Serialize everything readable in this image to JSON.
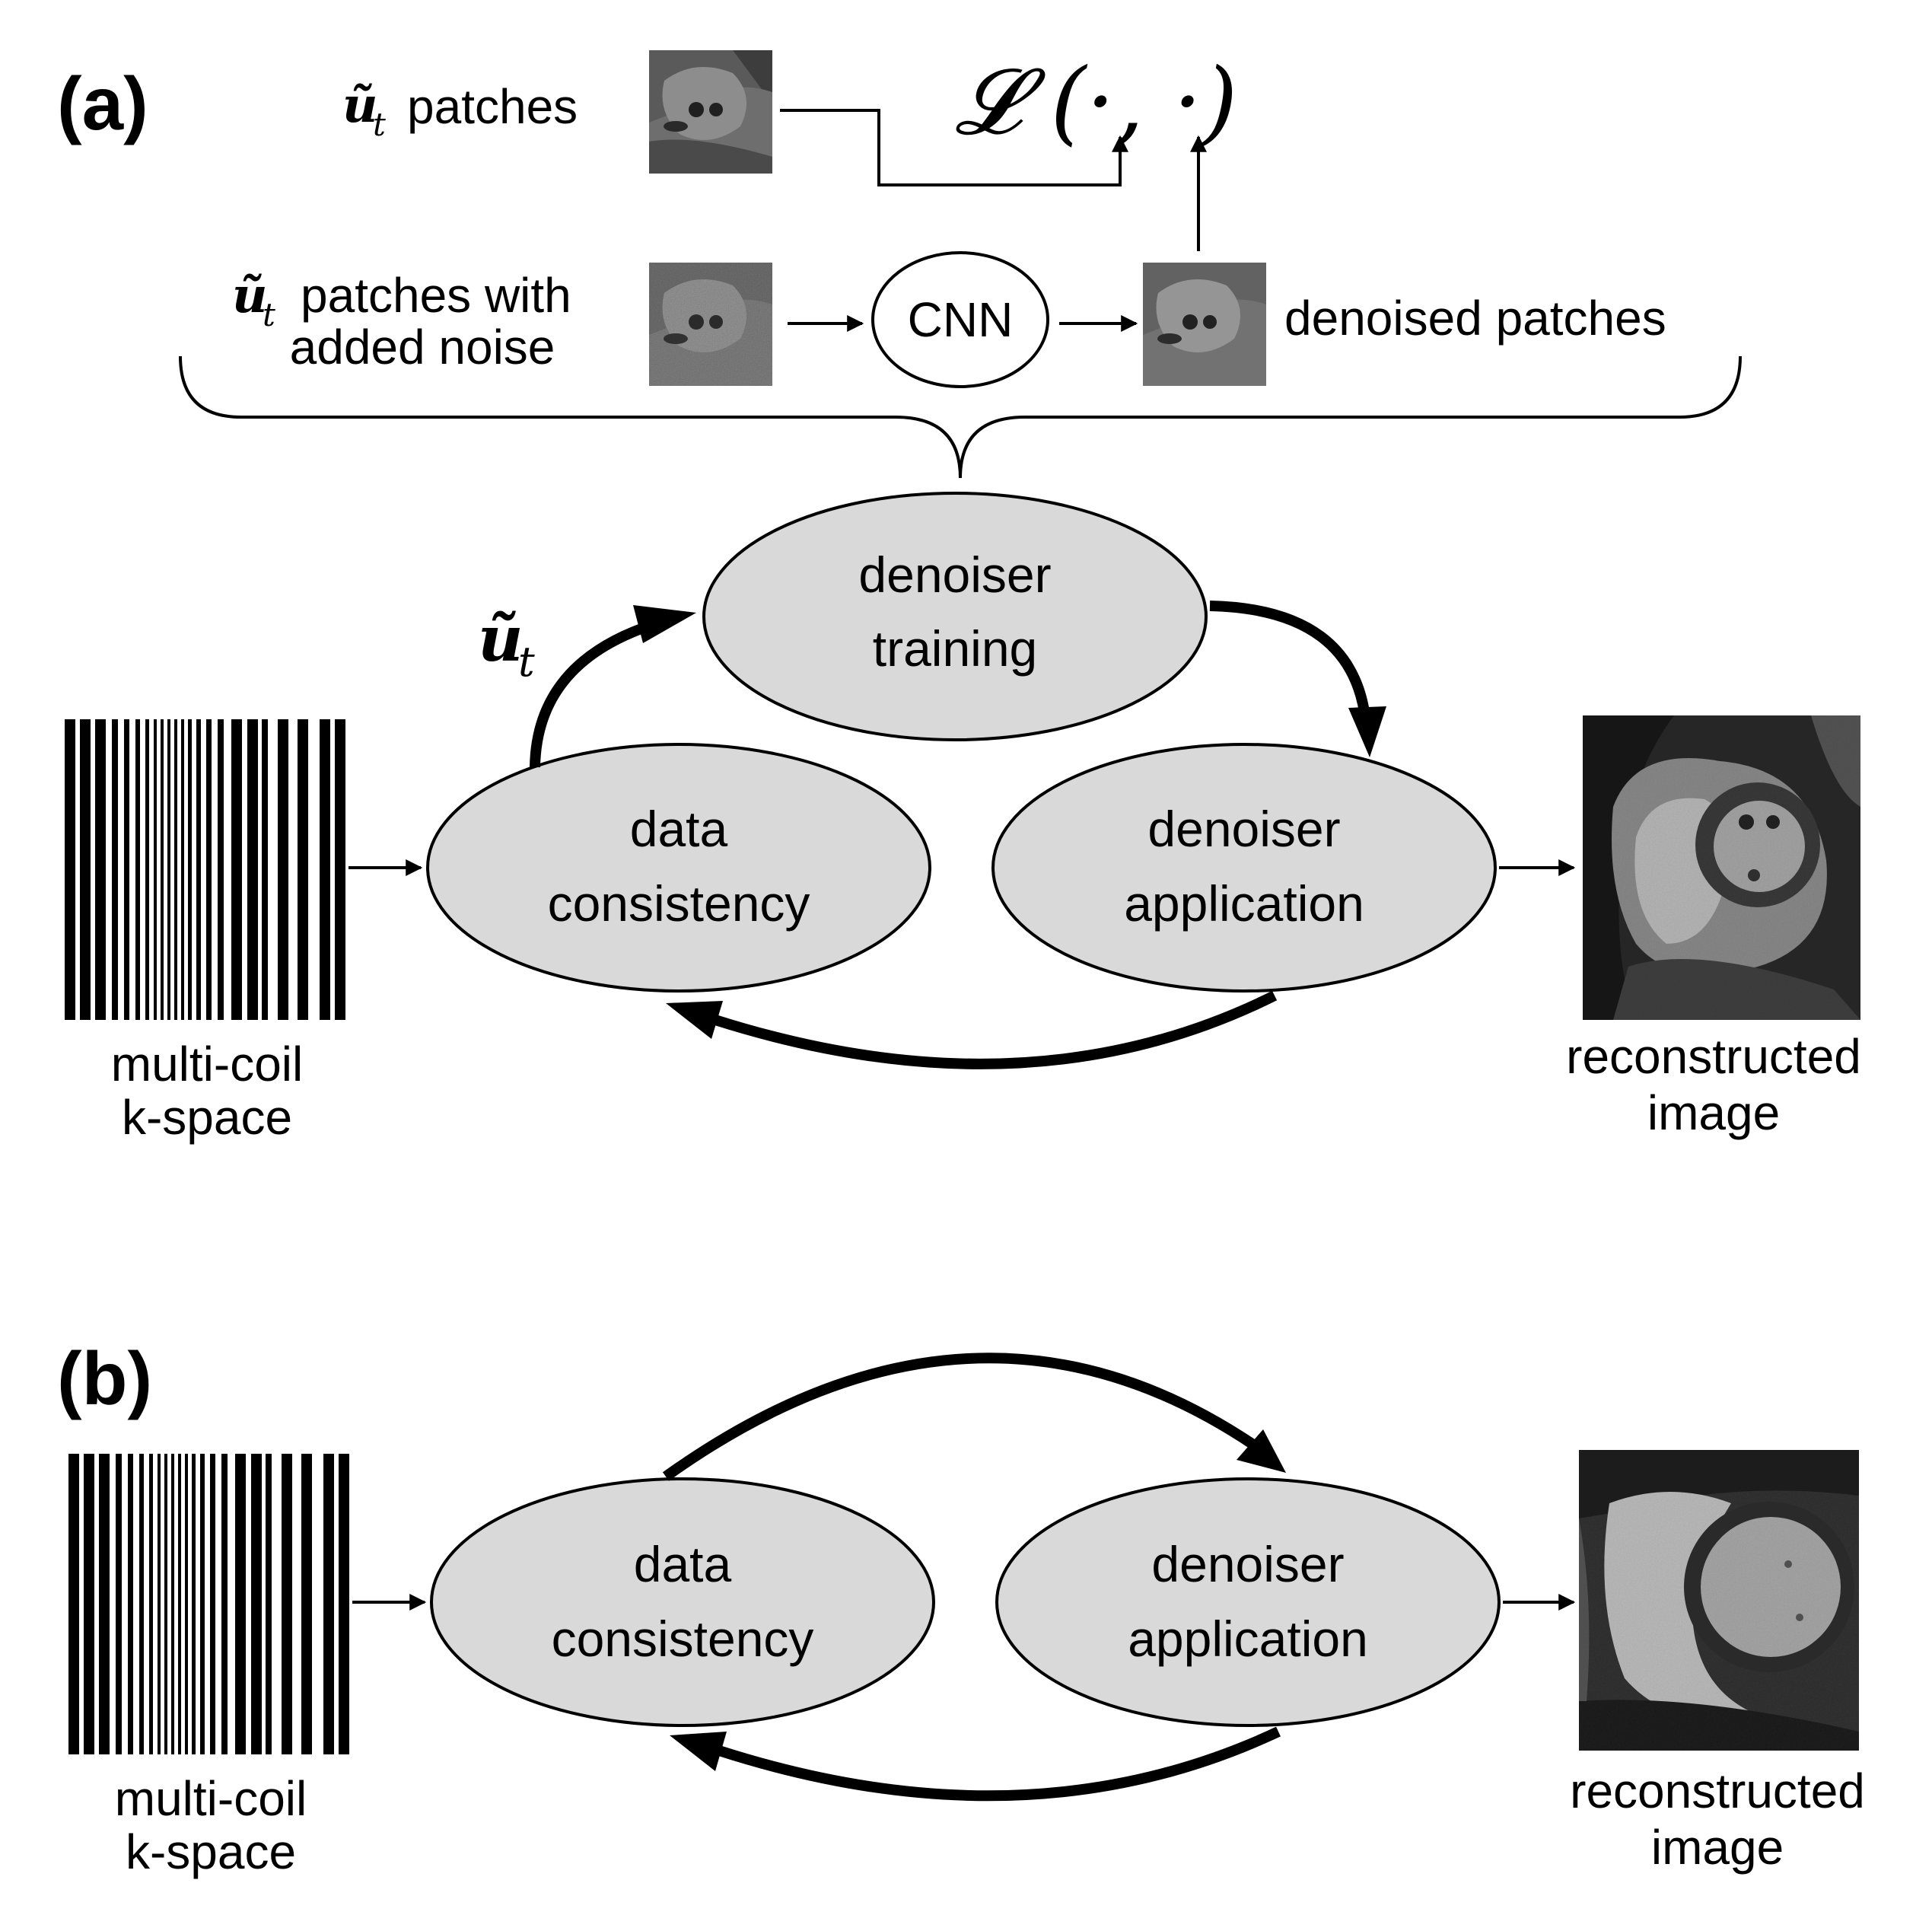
{
  "panel_a": {
    "label": "(a)",
    "loss_symbol": "𝓛 (·, ·)",
    "ut_symbol": "ũ",
    "ut_subscript": "t",
    "ut_patches_label": "patches",
    "noisy_label_line1": "patches with",
    "noisy_label_line2": "added noise",
    "cnn_label": "CNN",
    "denoised_patches_label": "denoised patches",
    "training_line1": "denoiser",
    "training_line2": "training",
    "dc_line1": "data",
    "dc_line2": "consistency",
    "app_line1": "denoiser",
    "app_line2": "application",
    "kspace_line1": "multi-coil",
    "kspace_line2": "k-space",
    "recon_line1": "reconstructed",
    "recon_line2": "image"
  },
  "panel_b": {
    "label": "(b)",
    "dc_line1": "data",
    "dc_line2": "consistency",
    "app_line1": "denoiser",
    "app_line2": "application",
    "kspace_line1": "multi-coil",
    "kspace_line2": "k-space",
    "recon_line1": "reconstructed",
    "recon_line2": "image"
  },
  "colors": {
    "ellipse_fill": "#d9d9d9",
    "stroke": "#000000"
  }
}
